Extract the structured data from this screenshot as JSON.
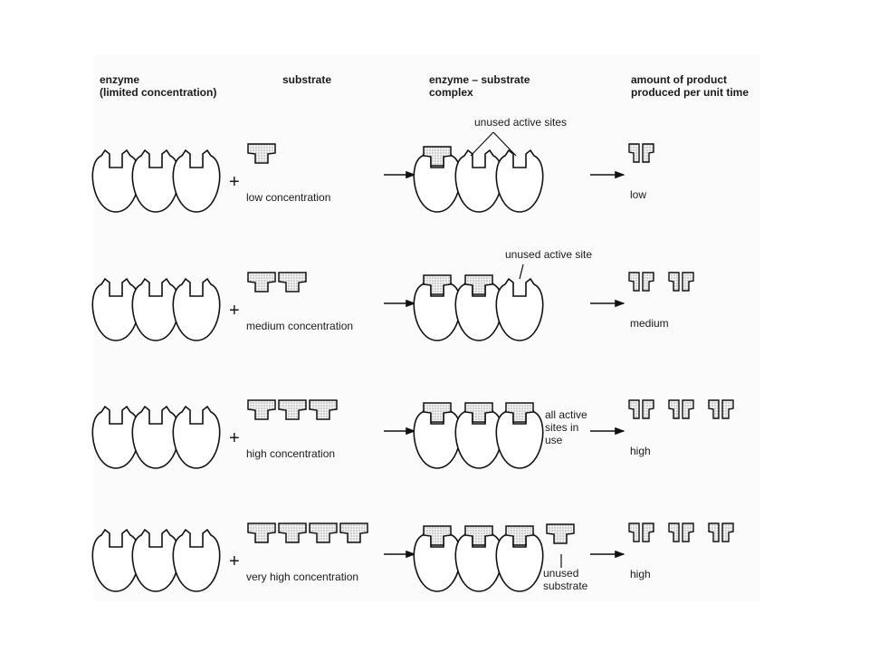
{
  "headers": {
    "enzyme_1": "enzyme",
    "enzyme_2": "(limited concentration)",
    "substrate": "substrate",
    "complex_1": "enzyme – substrate",
    "complex_2": "complex",
    "product_1": "amount of product",
    "product_2": "produced per unit time"
  },
  "rows": [
    {
      "concentration": "low concentration",
      "substrate_count": 1,
      "bound_count": 1,
      "product_count": 1,
      "output": "low",
      "note_lines": [
        "unused active sites"
      ]
    },
    {
      "concentration": "medium concentration",
      "substrate_count": 2,
      "bound_count": 2,
      "product_count": 2,
      "output": "medium",
      "note_lines": [
        "unused active site"
      ]
    },
    {
      "concentration": "high concentration",
      "substrate_count": 3,
      "bound_count": 3,
      "product_count": 3,
      "output": "high",
      "note_lines": [
        "all active",
        "sites in",
        "use"
      ]
    },
    {
      "concentration": "very high concentration",
      "substrate_count": 4,
      "bound_count": 3,
      "product_count": 3,
      "output": "high",
      "note_lines": [
        "unused",
        "substrate"
      ]
    }
  ],
  "symbols": {
    "plus": "+"
  }
}
